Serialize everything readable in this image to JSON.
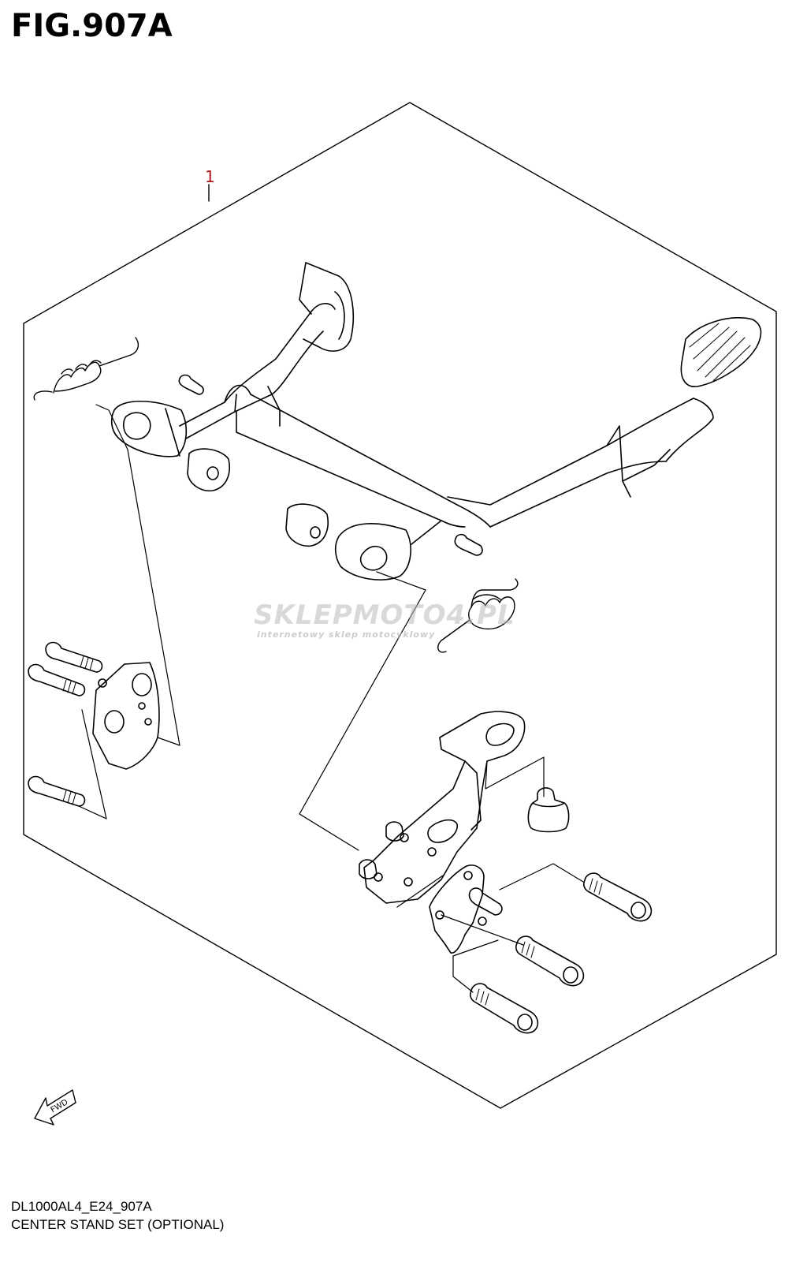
{
  "figure": {
    "title": "FIG.907A"
  },
  "callouts": [
    {
      "number": "1"
    }
  ],
  "footer": {
    "model_code": "DL1000AL4_E24_907A",
    "assembly_name": "CENTER STAND SET (OPTIONAL)"
  },
  "watermark": {
    "brand": "SKLEPMOTO4",
    "suffix": ".PL",
    "tagline": "internetowy sklep motocyklowy"
  },
  "direction_arrow": {
    "label": "FWD"
  },
  "colors": {
    "line": "#000000",
    "callout": "#b0141a",
    "watermark_accent": "#e23a3a",
    "watermark_gray": "#b9b9b9"
  },
  "icons": [
    "fwd-arrow-icon"
  ]
}
